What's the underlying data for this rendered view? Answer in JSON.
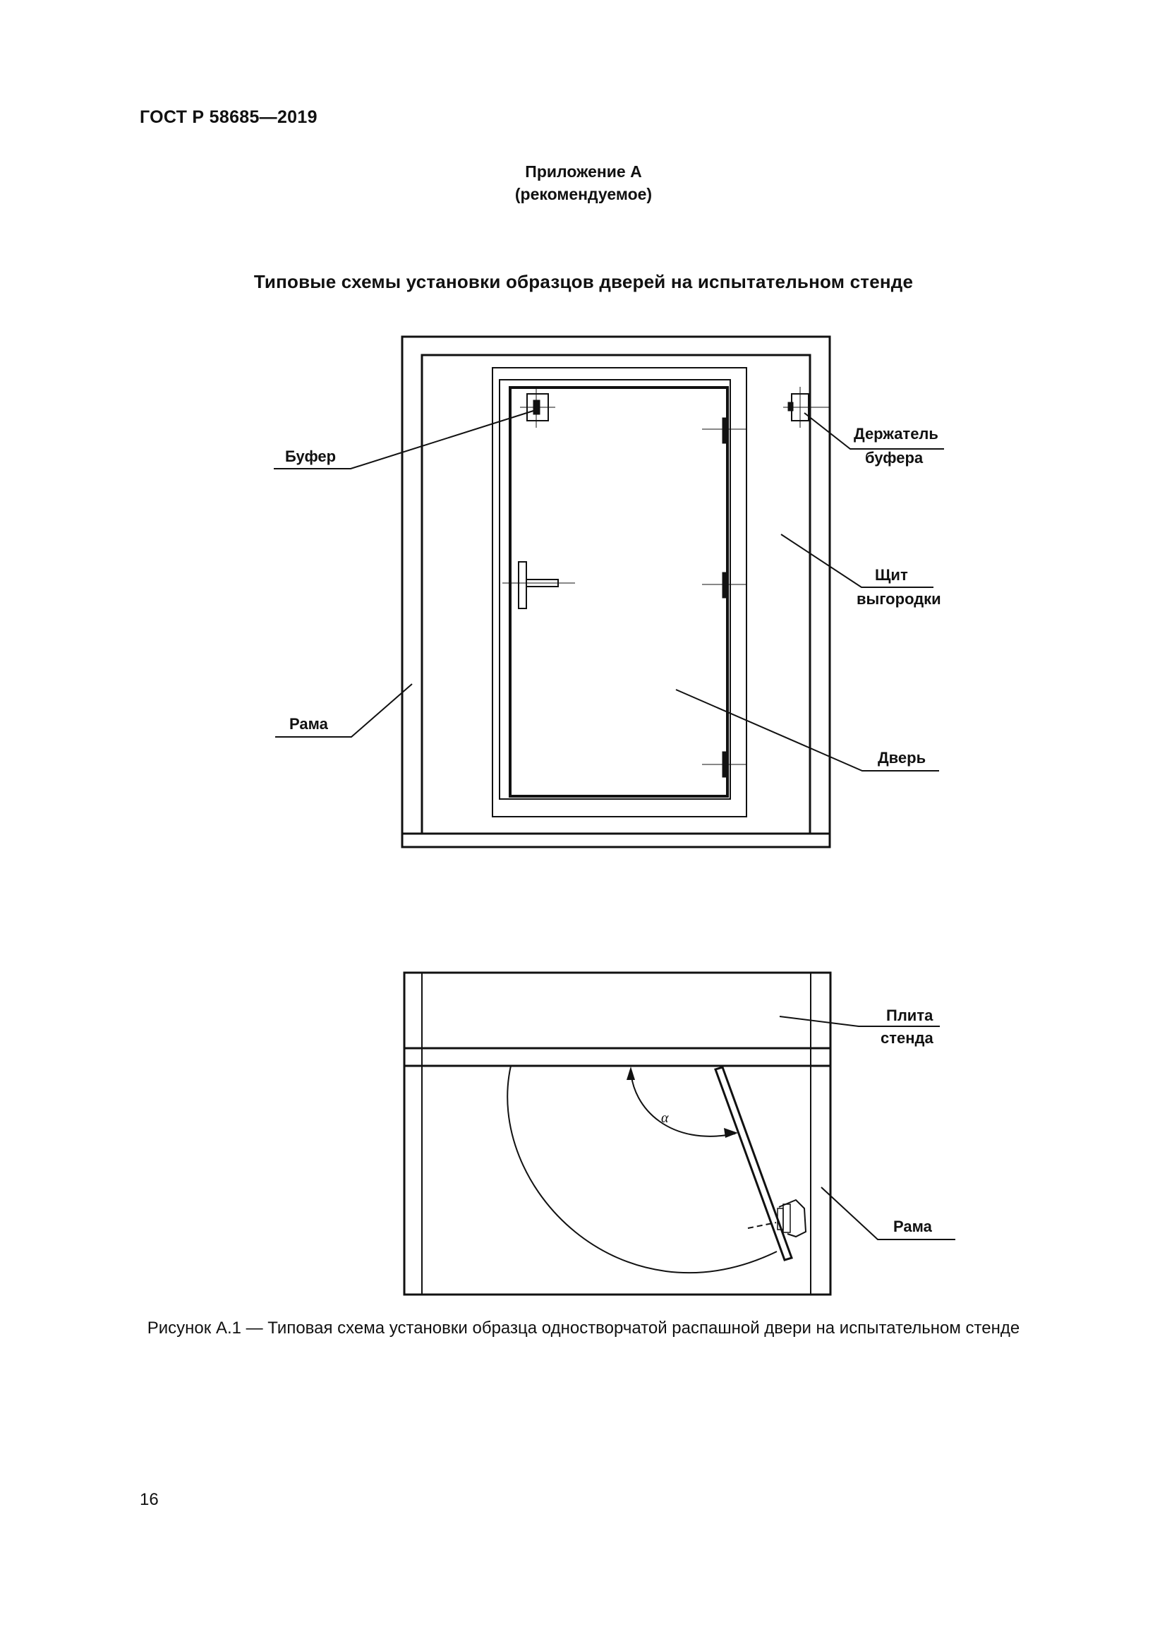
{
  "header": {
    "standard_code": "ГОСТ Р 58685—2019"
  },
  "appendix": {
    "title": "Приложение А",
    "subtitle": "(рекомендуемое)"
  },
  "section_title": "Типовые схемы установки образцов дверей на испытательном стенде",
  "figure_top": {
    "labels": {
      "buffer": "Буфер",
      "buffer_holder_line1": "Держатель",
      "buffer_holder_line2": "буфера",
      "panel_line1": "Щит",
      "panel_line2": "выгородки",
      "frame": "Рама",
      "door": "Дверь"
    }
  },
  "figure_bottom": {
    "labels": {
      "plate_line1": "Плита",
      "plate_line2": "стенда",
      "frame": "Рама",
      "angle": "α"
    }
  },
  "caption": "Рисунок А.1 — Типовая схема установки образца одностворчатой распашной двери на испытательном стенде",
  "page_number": "16"
}
